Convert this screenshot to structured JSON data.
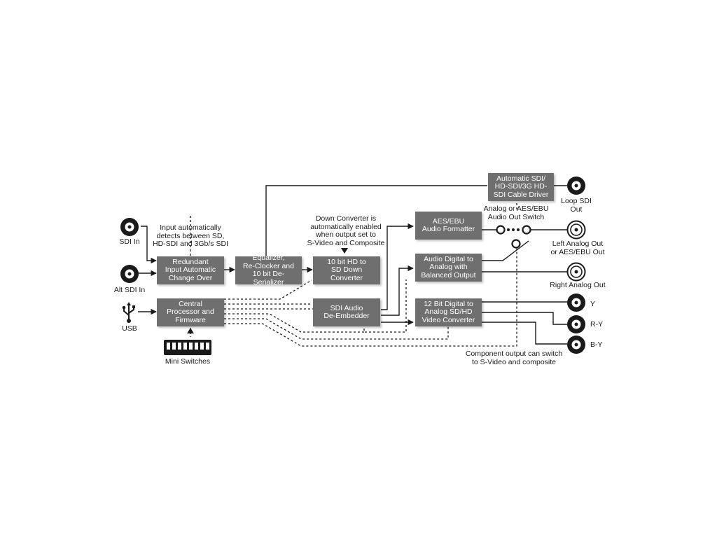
{
  "colors": {
    "box": "#6f6f6f",
    "line": "#1a1a1a",
    "text": "#1a1a1a"
  },
  "boxes": {
    "redundant": "Redundant\nInput Automatic\nChange Over",
    "central": "Central\nProcessor and\nFirmware",
    "equalizer": "Equalizer,\nRe-Clocker and\n10 bit De-Serializer",
    "down_converter": "10 bit HD to\nSD Down\nConverter",
    "audio_deembedder": "SDI Audio\nDe-Embedder",
    "cable_driver": "Automatic SDI/\nHD-SDI/3G HD-\nSDI Cable Driver",
    "aes_formatter": "AES/EBU\nAudio Formatter",
    "audio_analog": "Audio Digital to\nAnalog with\nBalanced Output",
    "video_converter": "12 Bit Digital to\nAnalog SD/HD\nVideo Converter"
  },
  "labels": {
    "sdi_in": "SDI In",
    "alt_sdi_in": "Alt SDI In",
    "usb": "USB",
    "mini_switches": "Mini Switches",
    "input_note": "Input automatically\ndetects between SD,\nHD-SDI and 3Gb/s SDI",
    "down_note": "Down Converter is\nautomatically enabled\nwhen output set to\nS-Video and Composite",
    "loop_out": "Loop SDI\nOut",
    "switch_note": "Analog or AES/EBU\nAudio Out Switch",
    "left_out": "Left Analog Out\nor AES/EBU Out",
    "right_out": "Right Analog Out",
    "y": "Y",
    "ry": "R-Y",
    "by": "B-Y",
    "component_note": "Component output can switch\nto S-Video and composite"
  }
}
